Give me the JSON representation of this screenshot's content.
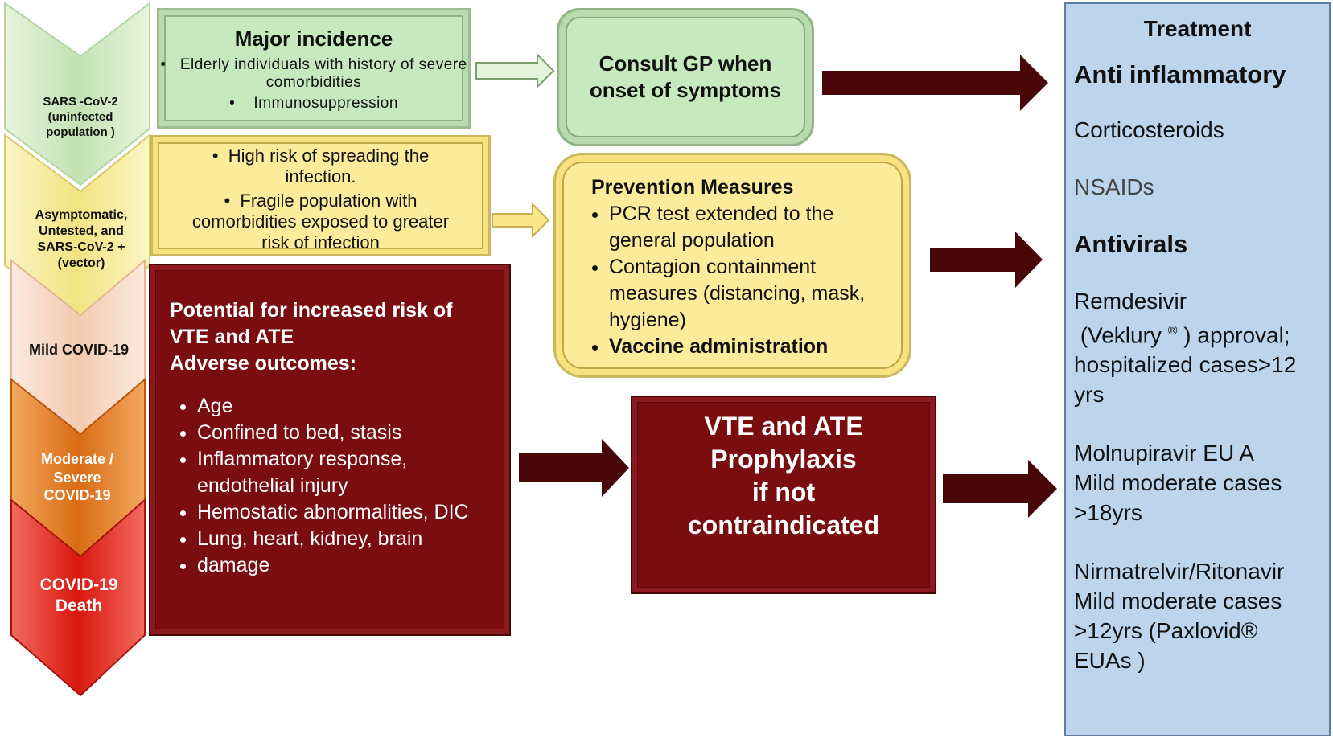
{
  "stages": [
    {
      "label": "SARS -CoV-2 (uninfected population )",
      "color": "#c9e7bb"
    },
    {
      "label": "Asymptomatic, Untested, and SARS-CoV-2 + (vector)",
      "color": "#f5e98e"
    },
    {
      "label": "Mild COVID-19",
      "color": "#f6d3bb"
    },
    {
      "label": "Moderate / Severe COVID-19",
      "color": "#e07a1e"
    },
    {
      "label": "COVID-19 Death",
      "color": "#e02218"
    }
  ],
  "major_incidence": {
    "title": "Major incidence",
    "items": [
      "Elderly individuals with history of severe comorbidities",
      "Immunosuppression"
    ]
  },
  "high_risk": {
    "items": [
      "High risk of spreading the infection.",
      "Fragile population with comorbidities exposed to greater risk of infection"
    ]
  },
  "outcomes": {
    "title_line1": "Potential for increased risk of",
    "title_line2": "VTE and ATE",
    "title_line3": "Adverse  outcomes:",
    "items": [
      "Age",
      "Confined to bed, stasis",
      "Inflammatory response, endothelial injury",
      "Hemostatic abnormalities, DIC",
      "Lung, heart, kidney, brain",
      "damage"
    ]
  },
  "consult": {
    "line1": "Consult GP when",
    "line2": "onset of symptoms"
  },
  "prevention": {
    "title": "Prevention Measures",
    "items": [
      "PCR test extended to the general population",
      "Contagion containment measures (distancing, mask, hygiene)",
      "Vaccine administration"
    ]
  },
  "prophylaxis": {
    "line1": "VTE and ATE",
    "line2": "Prophylaxis",
    "line3": "if not",
    "line4": "contraindicated"
  },
  "treatment": {
    "title": "Treatment",
    "anti_inflammatory": "Anti inflammatory",
    "corticosteroids": "Corticosteroids",
    "nsaids": "NSAIDs",
    "antivirals": "Antivirals",
    "remdesivir": "Remdesivir",
    "veklury": "(Veklury",
    "reg": "®",
    "veklury_rest": ") approval; hospitalized cases>12 yrs",
    "molnupiravir_1": "Molnupiravir EU A",
    "molnupiravir_2": "Mild  moderate cases >18yrs",
    "nirmatrelvir_1": "Nirmatrelvir/Ritonavir",
    "nirmatrelvir_2": "Mild moderate cases >12yrs (Paxlovid® EUAs )"
  },
  "colors": {
    "arrow_dark": "#4a0709",
    "green": "#c6e9bd",
    "yellow": "#fbeb9a",
    "dark_red": "#7a0d10",
    "blue": "#bcd5ed"
  }
}
